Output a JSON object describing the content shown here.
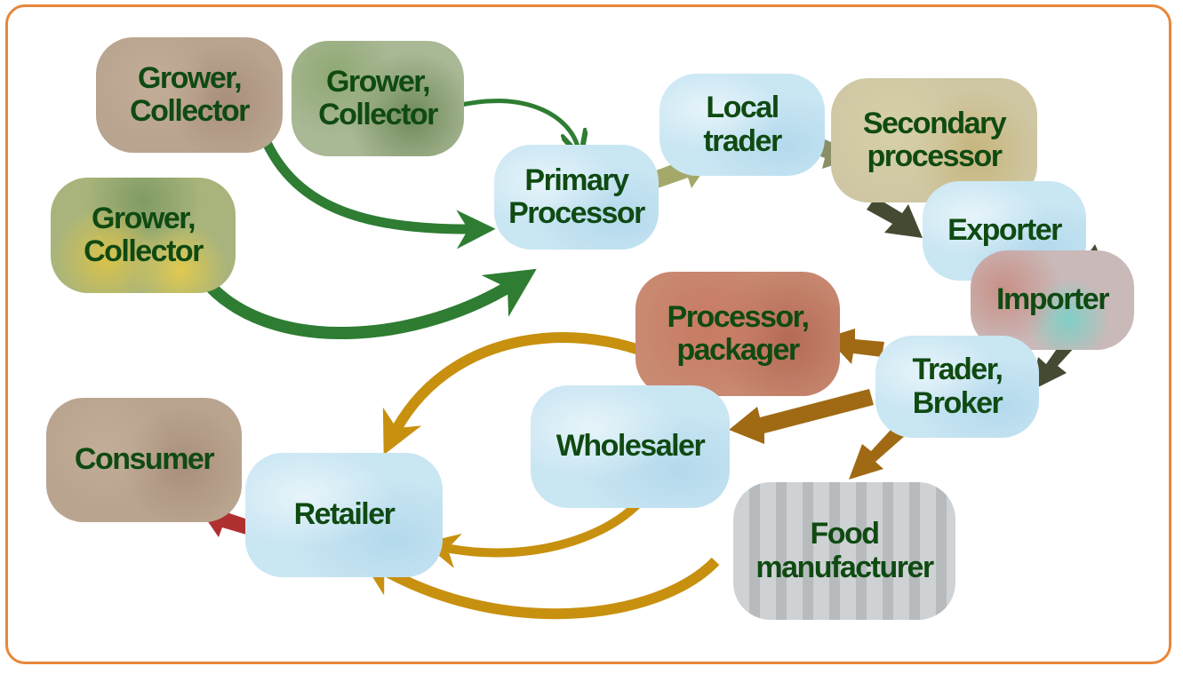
{
  "colors": {
    "frame": "#e8873a",
    "text": "#0f4a12",
    "arrow_green": "#2e7d32",
    "arrow_olive": "#a4a96a",
    "arrow_grey_olive": "#8a8f66",
    "arrow_dark": "#454b32",
    "arrow_brown": "#a06a14",
    "arrow_gold": "#c8900f",
    "arrow_red": "#b03030"
  },
  "nodes": {
    "grower1": "Grower, Collector",
    "grower2": "Grower, Collector",
    "grower3": "Grower, Collector",
    "primary_processor": "Primary Processor",
    "local_trader": "Local trader",
    "secondary_processor": "Secondary processor",
    "exporter": "Exporter",
    "importer": "Importer",
    "trader_broker": "Trader, Broker",
    "processor_packager": "Processor, packager",
    "wholesaler": "Wholesaler",
    "food_manufacturer": "Food manufacturer",
    "retailer": "Retailer",
    "consumer": "Consumer"
  },
  "lines": {
    "grower1": [
      "Grower,",
      "Collector"
    ],
    "grower2": [
      "Grower,",
      "Collector"
    ],
    "grower3": [
      "Grower,",
      "Collector"
    ],
    "primary_processor": [
      "Primary",
      "Processor"
    ],
    "local_trader": [
      "Local",
      "trader"
    ],
    "secondary_processor": [
      "Secondary",
      "processor"
    ],
    "trader_broker": [
      "Trader,",
      "Broker"
    ],
    "processor_packager": [
      "Processor,",
      "packager"
    ],
    "food_manufacturer": [
      "Food",
      "manufacturer"
    ]
  }
}
